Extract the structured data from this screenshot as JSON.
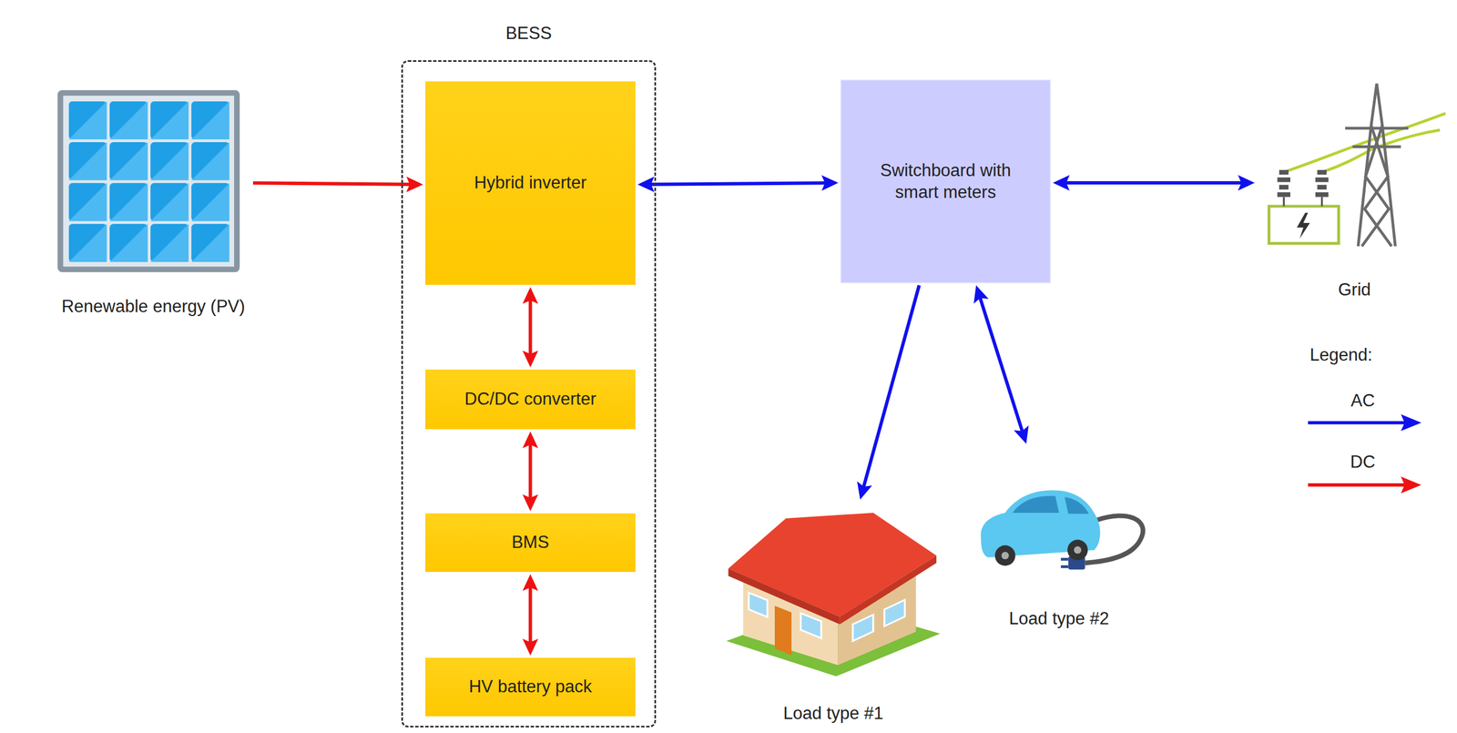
{
  "diagram": {
    "nodes": [
      {
        "text": [
          "Renewable energy (PV)"
        ]
      },
      {
        "text": [
          "BESS"
        ]
      },
      {
        "text": [
          "Hybrid inverter"
        ],
        "in": 1
      },
      {
        "text": [
          "DC/DC converter"
        ],
        "in": 1
      },
      {
        "text": [
          "BMS"
        ],
        "in": 1
      },
      {
        "text": [
          "HV battery pack"
        ],
        "in": 1
      },
      {
        "text": [
          "Switchboard with smart meters"
        ]
      },
      {
        "text": [
          "Grid"
        ]
      },
      {
        "text": [
          "Load type #1"
        ]
      },
      {
        "text": [
          "Load type #2"
        ]
      }
    ],
    "edges": [
      {
        "from": 0,
        "to": 2,
        "arrow": "to"
      },
      {
        "from": 2,
        "to": 6,
        "arrow": "both"
      },
      {
        "from": 6,
        "to": 7,
        "arrow": "both"
      },
      {
        "from": 2,
        "to": 3,
        "arrow": "both"
      },
      {
        "from": 3,
        "to": 4,
        "arrow": "both"
      },
      {
        "from": 4,
        "to": 5,
        "arrow": "both"
      },
      {
        "from": 6,
        "to": 8,
        "arrow": "to"
      },
      {
        "from": 6,
        "to": 9,
        "arrow": "both"
      }
    ],
    "labels": [
      "Legend:"
    ],
    "legend": [
      {
        "text": "AC"
      },
      {
        "text": "DC"
      }
    ]
  }
}
